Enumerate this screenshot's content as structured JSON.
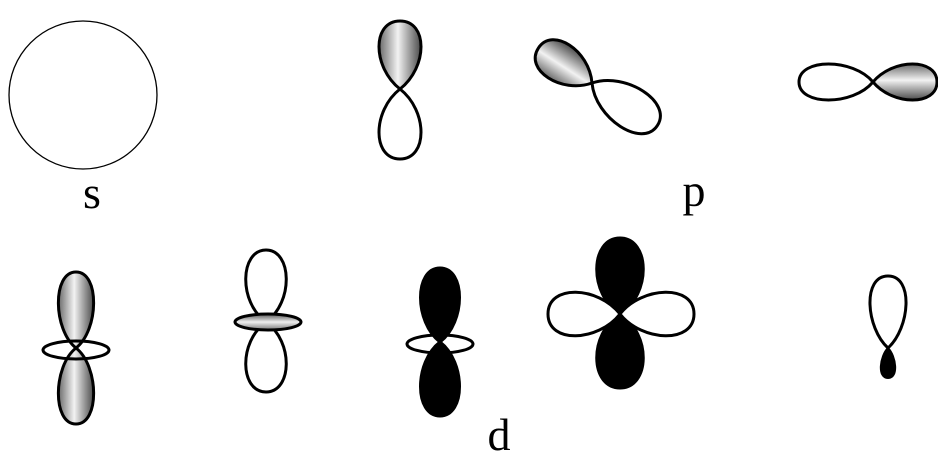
{
  "labels": {
    "s": "s",
    "p": "p",
    "d": "d"
  },
  "colors": {
    "outline": "#000000",
    "filled": "#000000",
    "shade_light": "#f4f4f4",
    "shade_dark": "#5a5a5a",
    "background": "#ffffff"
  },
  "orbitals": {
    "s": [
      "sphere"
    ],
    "p": [
      "p-vertical",
      "p-diagonal",
      "p-horizontal"
    ],
    "d": [
      "d-shaded-torus",
      "d-open-torus",
      "d-dark-torus",
      "d-clover",
      "d-single-lobe"
    ]
  }
}
